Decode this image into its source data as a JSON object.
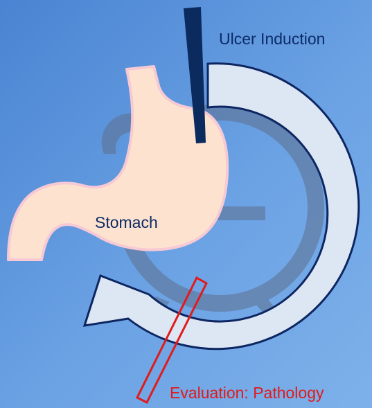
{
  "diagram": {
    "labels": {
      "ulcer_induction": "Ulcer Induction",
      "stomach": "Stomach",
      "evaluation": "Evaluation: Pathology"
    },
    "icons": {
      "background": "alarm-clock-icon",
      "cycle": "circular-arrow-icon",
      "organ": "stomach-icon",
      "induction_marker": "needle-bar-icon",
      "evaluation_marker": "outlined-bar-icon"
    },
    "colors": {
      "background_start": "#4a84d2",
      "background_end": "#7db1ea",
      "arrow_fill": "#dde7f4",
      "arrow_outline": "#0d2661",
      "stomach_fill": "#fde3cf",
      "stomach_outline": "#f7c9d4",
      "induction_bar": "#0b2a5e",
      "evaluation_outline": "#e11a1a",
      "clock": "#5d6f8e"
    }
  }
}
